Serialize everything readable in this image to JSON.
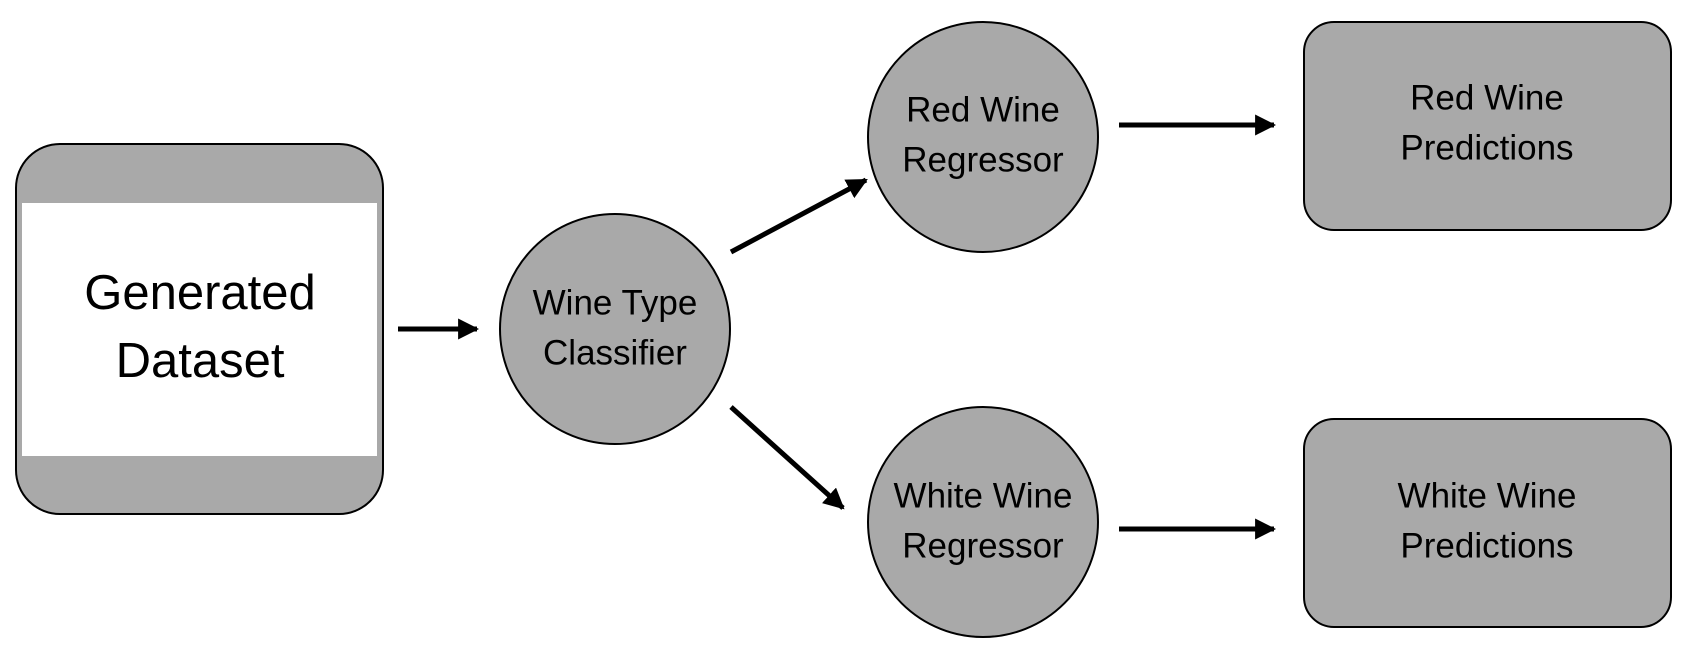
{
  "nodes": {
    "dataset": {
      "line1": "Generated",
      "line2": "Dataset"
    },
    "classifier": {
      "line1": "Wine Type",
      "line2": "Classifier"
    },
    "red_regressor": {
      "line1": "Red Wine",
      "line2": "Regressor"
    },
    "white_regressor": {
      "line1": "White Wine",
      "line2": "Regressor"
    },
    "red_predictions": {
      "line1": "Red Wine",
      "line2": "Predictions"
    },
    "white_predictions": {
      "line1": "White Wine",
      "line2": "Predictions"
    }
  },
  "edges": [
    {
      "from": "dataset",
      "to": "classifier"
    },
    {
      "from": "classifier",
      "to": "red_regressor"
    },
    {
      "from": "classifier",
      "to": "white_regressor"
    },
    {
      "from": "red_regressor",
      "to": "red_predictions"
    },
    {
      "from": "white_regressor",
      "to": "white_predictions"
    }
  ],
  "colors": {
    "node_fill": "#a9a9a9",
    "node_stroke": "#000000",
    "dataset_inner": "#ffffff",
    "arrow": "#000000"
  }
}
